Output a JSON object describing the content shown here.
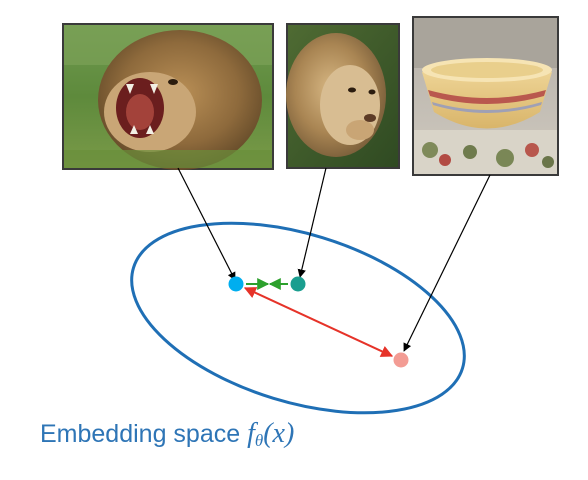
{
  "caption": {
    "text": "Embedding space ",
    "func": "f",
    "subscript": "θ",
    "arg": "(x)"
  },
  "images": [
    {
      "subject": "roaring lion"
    },
    {
      "subject": "lion"
    },
    {
      "subject": "bowl"
    }
  ],
  "colors": {
    "ellipse": "#1F6FB5",
    "caption": "#2E75B6",
    "point_lion_roaring": "#00AEEF",
    "point_lion": "#1A9E8F",
    "point_bowl": "#F39C94",
    "arrow_attract": "#2CA02C",
    "arrow_repel": "#E63329",
    "connector": "#000000"
  }
}
